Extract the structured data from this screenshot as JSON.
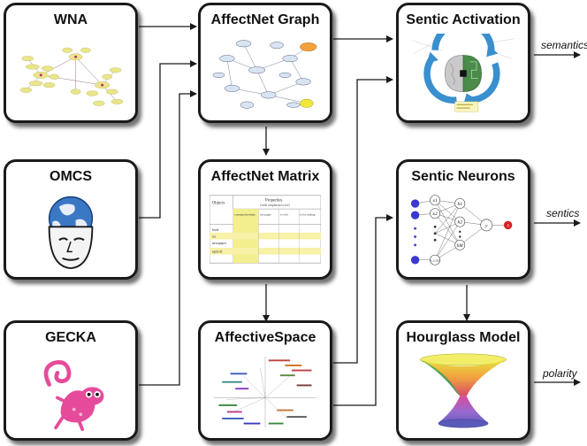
{
  "boxes": {
    "wna": "WNA",
    "omcs": "OMCS",
    "gecka": "GECKA",
    "affectnet_graph": "AffectNet Graph",
    "affectnet_matrix": "AffectNet Matrix",
    "affective_space": "AffectiveSpace",
    "sentic_activation": "Sentic Activation",
    "sentic_neurons": "Sentic Neurons",
    "hourglass_model": "Hourglass Model"
  },
  "outputs": {
    "semantics": "semantics",
    "sentics": "sentics",
    "polarity": "polarity"
  },
  "matrix_table": {
    "header_objects": "Objects",
    "header_properties": "Properties",
    "sub_header": "(with emphasis/score)",
    "cols": [
      "contempt/hardship",
      "has pages",
      "is cold",
      "is for reading"
    ],
    "rows": [
      "book",
      "ice",
      "newspaper",
      "squirrel"
    ]
  },
  "neurons": {
    "inputs": [
      "x1",
      "x2"
    ],
    "hidden": [
      "h1",
      "h2",
      "hM"
    ],
    "bias_in": "x_{128}",
    "output": "y",
    "result": "S"
  },
  "colors": {
    "line": "#1a1a1a",
    "wna_nodes": "#e9e58a",
    "hourglass_top": "#e7e03a",
    "hourglass_bottom": "#7b6fc0",
    "sentic_cycle": "#3a8fcf",
    "gecka_pink": "#e54b9a",
    "omcs_globe": "#3a78c4",
    "neuron_input": "#3a3acf",
    "neuron_output": "#d62020"
  }
}
